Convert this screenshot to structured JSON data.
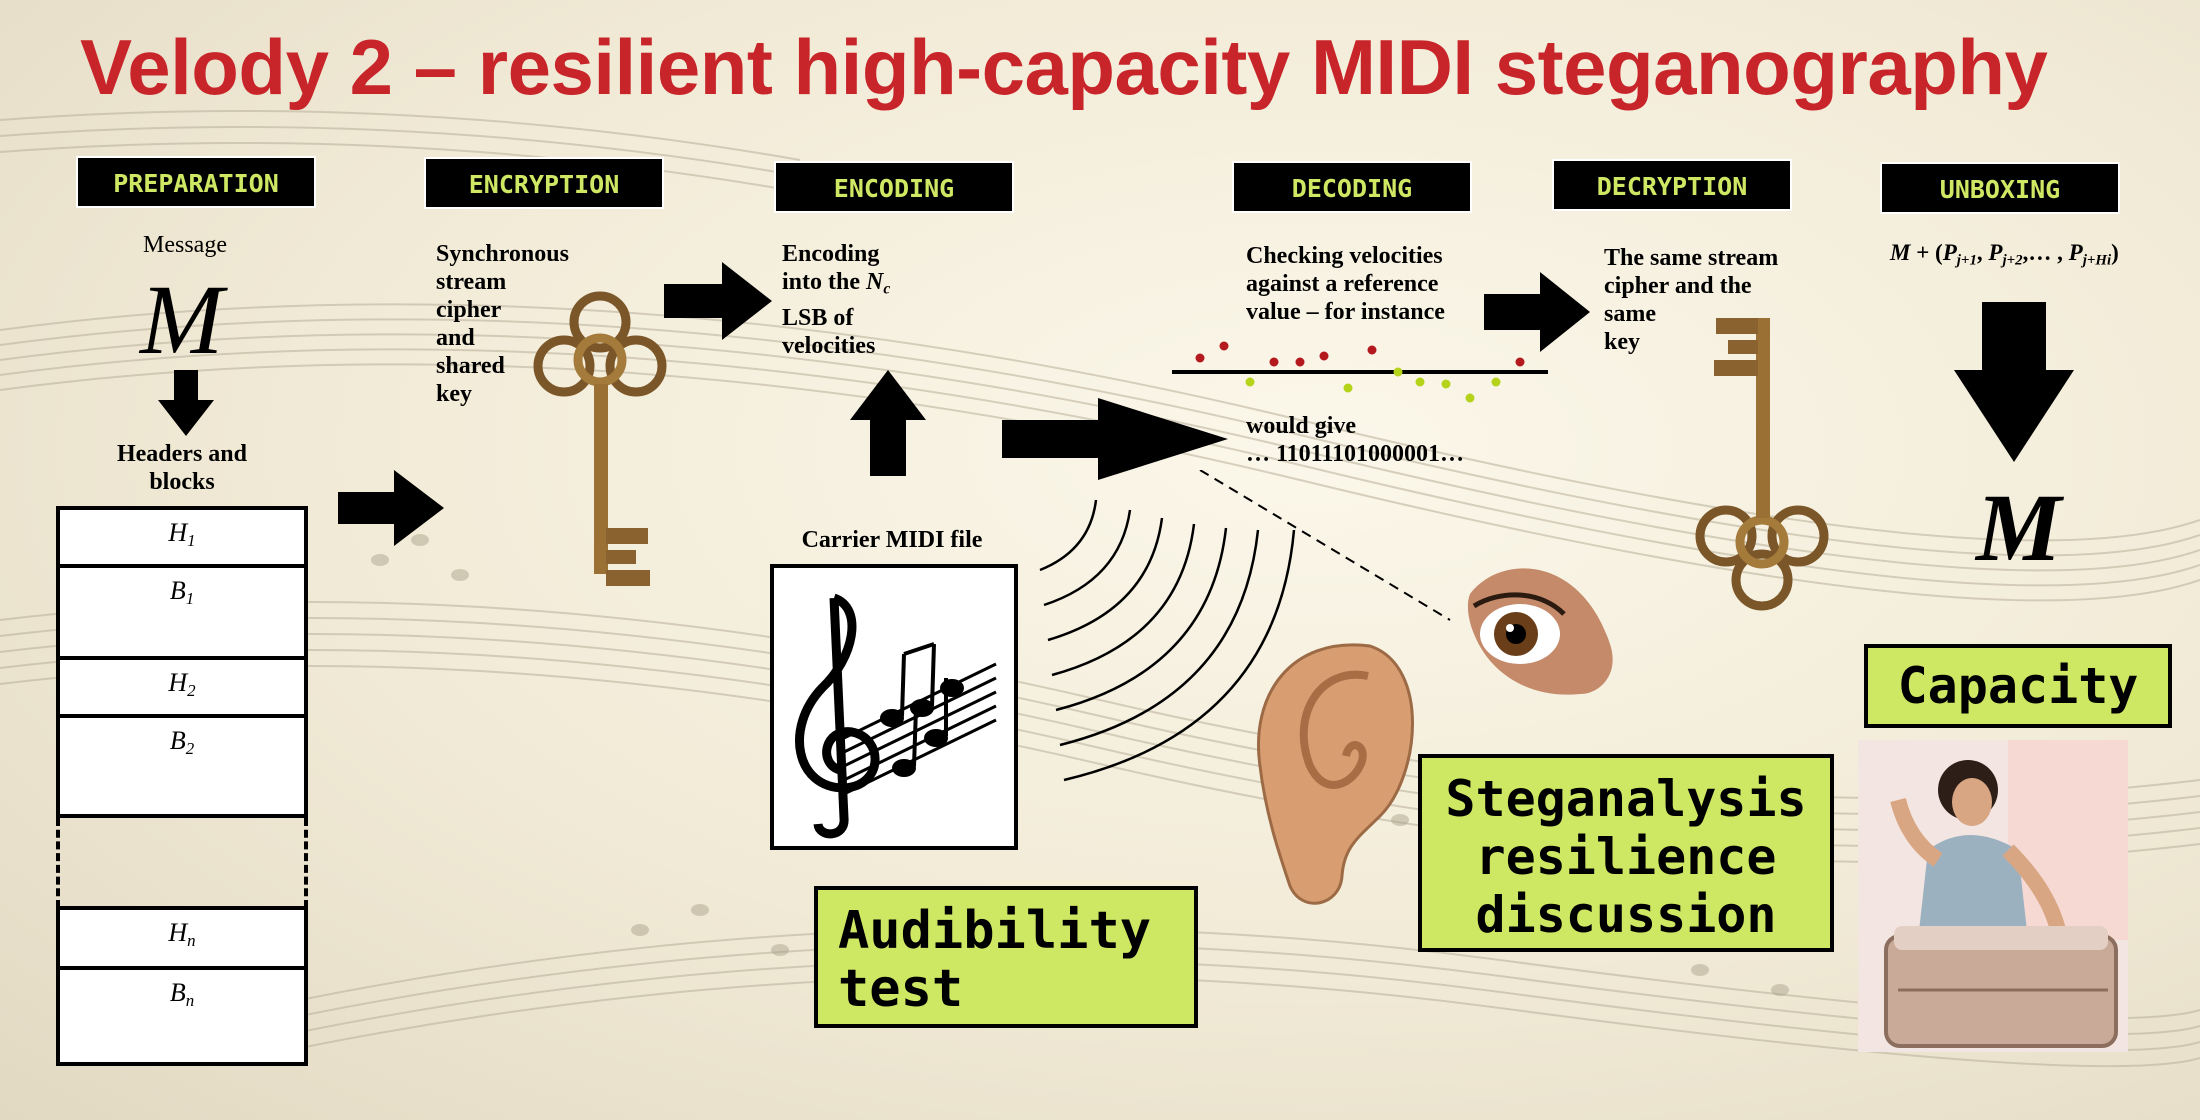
{
  "title": "Velody 2 – resilient high-capacity MIDI steganography",
  "stages": {
    "preparation": "PREPARATION",
    "encryption": "ENCRYPTION",
    "encoding": "ENCODING",
    "decoding": "DECODING",
    "decryption": "DECRYPTION",
    "unboxing": "UNBOXING"
  },
  "preparation": {
    "message_label": "Message",
    "message_symbol": "M",
    "headers_blocks": "Headers and blocks",
    "blocks": [
      {
        "letter": "H",
        "index": "1"
      },
      {
        "letter": "B",
        "index": "1"
      },
      {
        "letter": "H",
        "index": "2"
      },
      {
        "letter": "B",
        "index": "2"
      },
      {
        "letter": "H",
        "index": "n"
      },
      {
        "letter": "B",
        "index": "n"
      }
    ]
  },
  "encryption": {
    "lines": [
      "Synchronous",
      "stream",
      "cipher",
      "and",
      "shared",
      "key"
    ]
  },
  "encoding": {
    "line1": "Encoding",
    "line2_pre": "into the ",
    "nc_main": "N",
    "nc_sub": "c",
    "line3": "LSB of",
    "line4": "velocities",
    "carrier_label": "Carrier MIDI file"
  },
  "decoding": {
    "lines": [
      "Checking velocities",
      "against a reference",
      "value – for instance"
    ],
    "would_give": "would give",
    "bits": "… 11011101000001…"
  },
  "decryption": {
    "lines": [
      "The same stream",
      "cipher and the",
      "same",
      "key"
    ]
  },
  "unboxing": {
    "formula_prefix": "M",
    "formula_plus": " + (",
    "p": "P",
    "sub1": "j+1",
    "sub2": "j+2",
    "dots": ",… , ",
    "subh": "j+Hi",
    "close": ")",
    "result_symbol": "M"
  },
  "boxes": {
    "audibility": "Audibility test",
    "steganalysis": "Steganalysis resilience discussion",
    "capacity": "Capacity"
  },
  "colors": {
    "title_red": "#c8252a",
    "stage_green": "#cfe864",
    "box_green": "#cfe864",
    "dot_red": "#b3191d",
    "dot_green": "#b5d31a"
  },
  "icons": [
    "key-icon",
    "treble-clef-icon",
    "ear-icon",
    "eye-icon",
    "person-suitcase-image"
  ]
}
